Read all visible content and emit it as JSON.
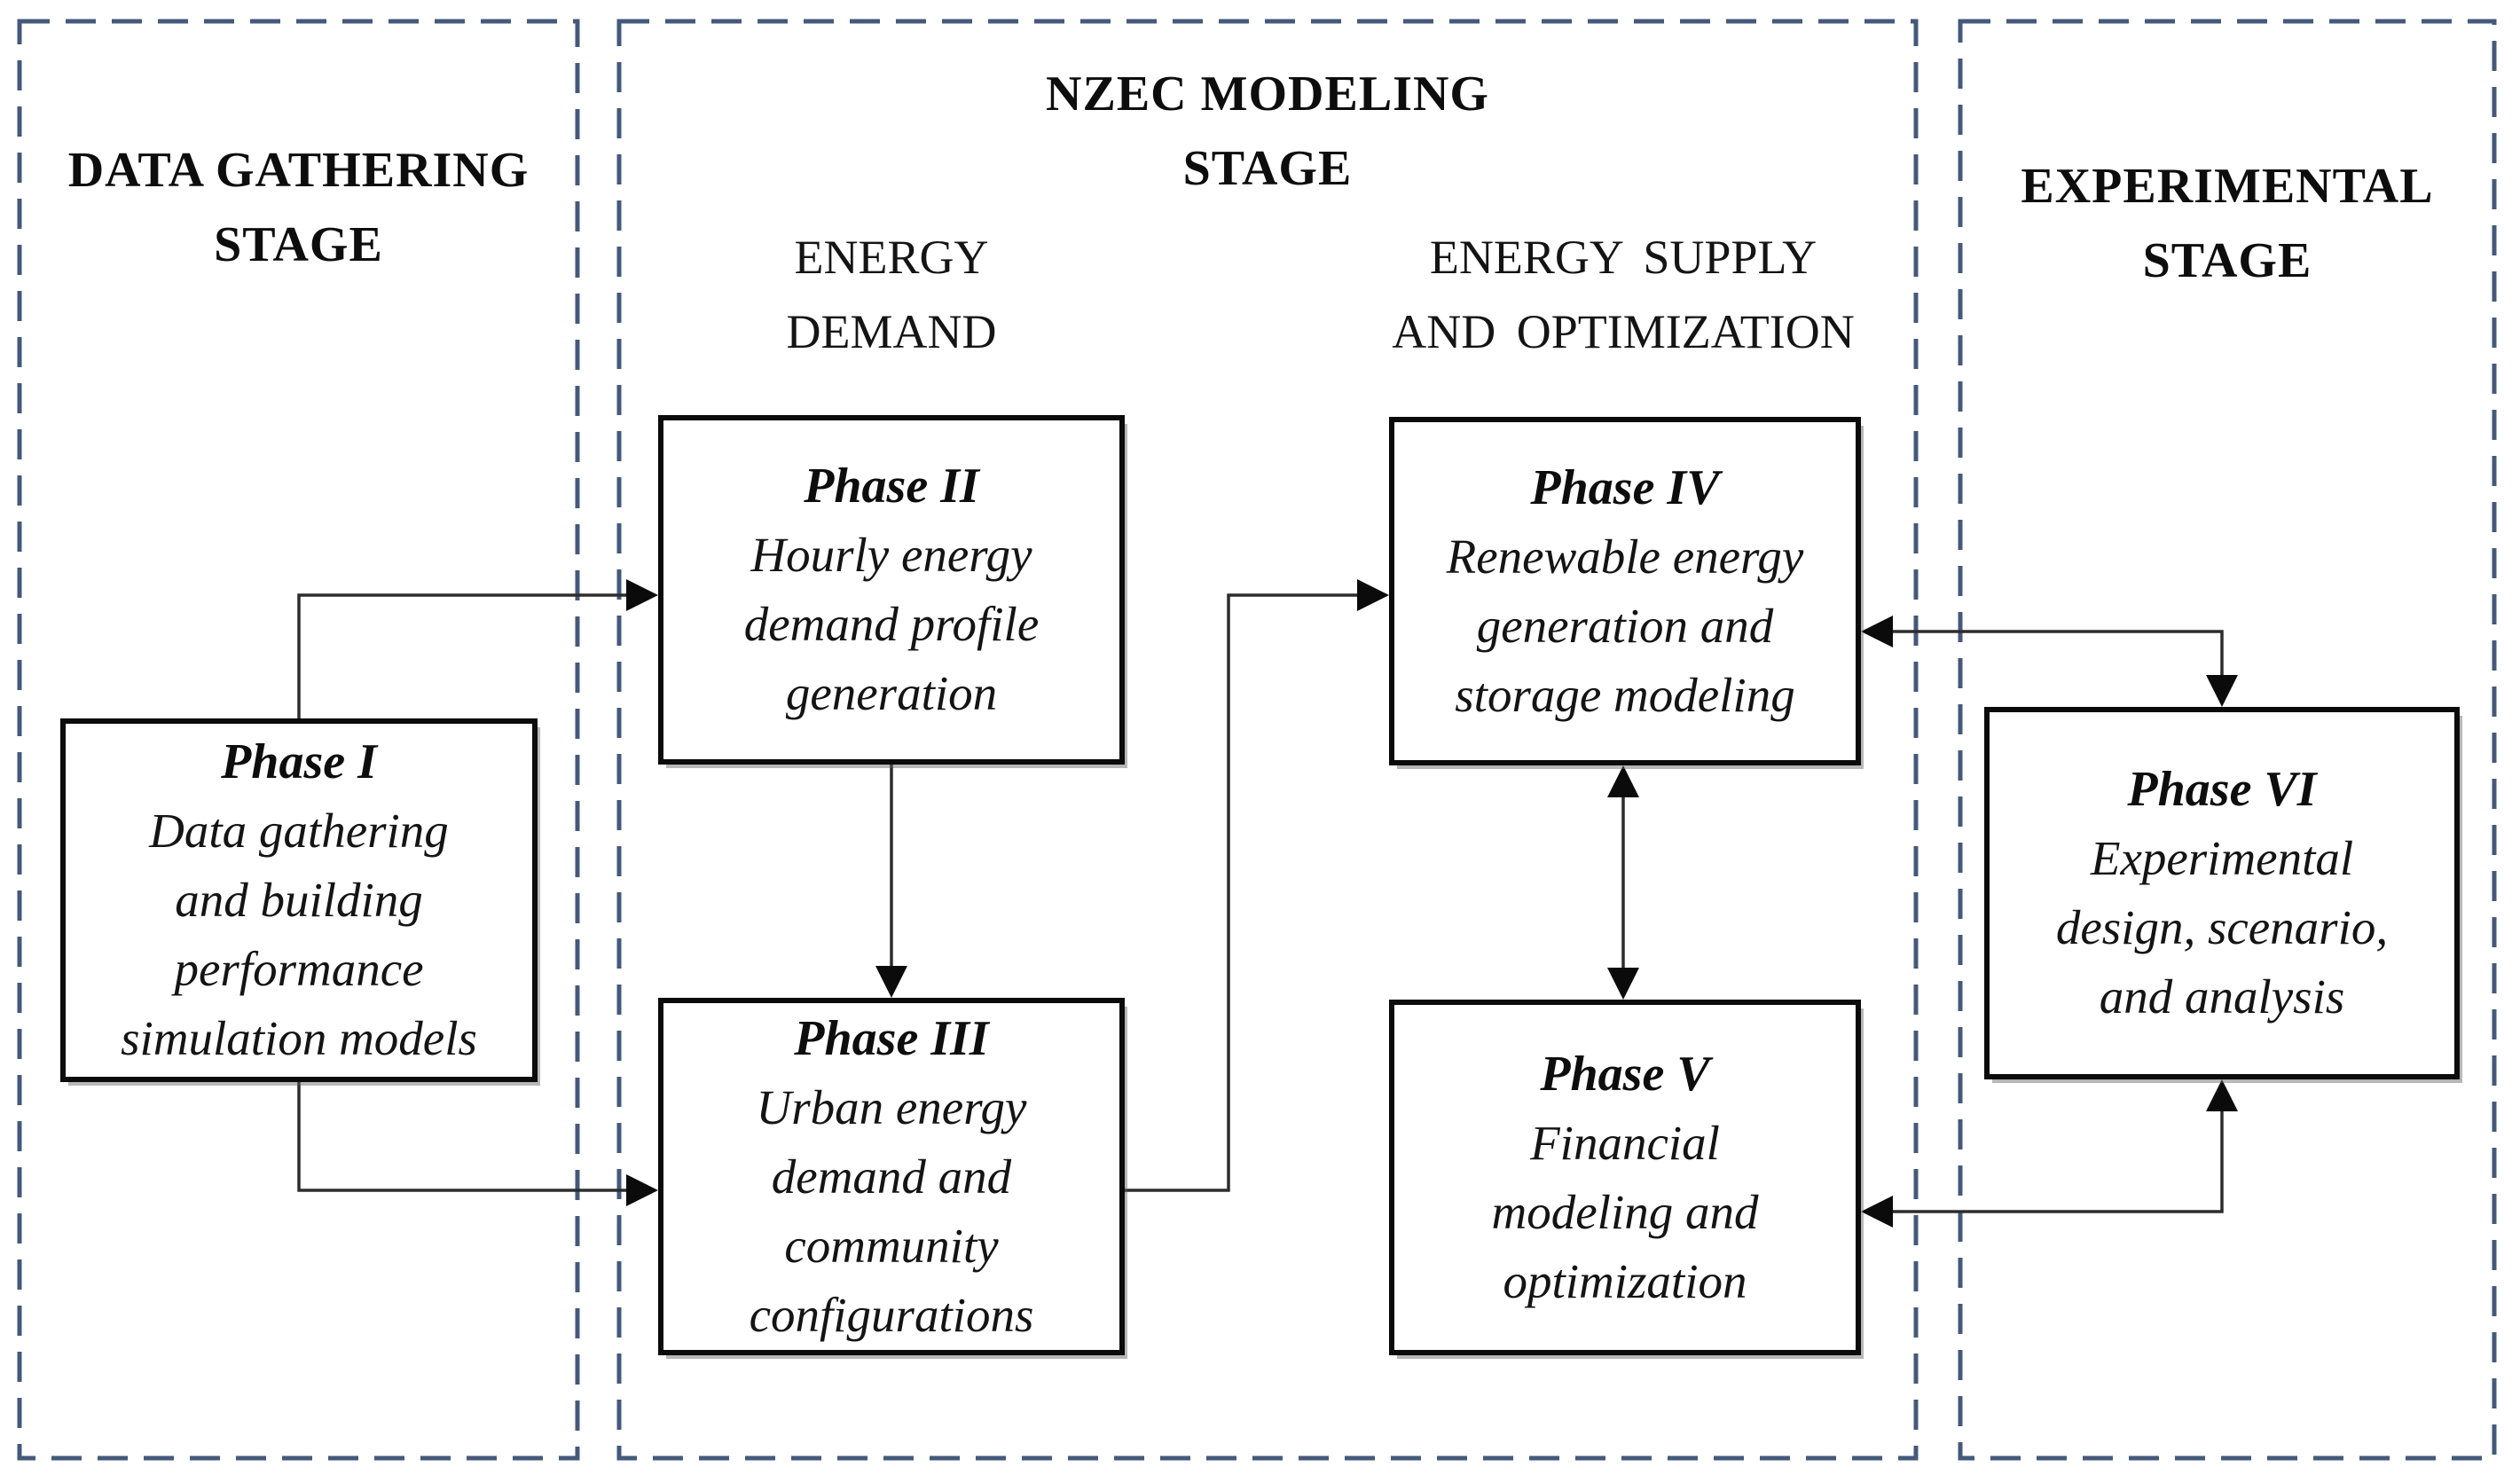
{
  "diagram": {
    "stages": [
      {
        "id": "data-gathering",
        "title": "DATA GATHERING\nSTAGE"
      },
      {
        "id": "nzec-modeling",
        "title": "NZEC MODELING\nSTAGE",
        "sections": [
          {
            "id": "energy-demand",
            "title": "ENERGY\nDEMAND"
          },
          {
            "id": "energy-supply",
            "title": "ENERGY SUPPLY\nAND OPTIMIZATION"
          }
        ]
      },
      {
        "id": "experimental",
        "title": "EXPERIMENTAL\nSTAGE"
      }
    ],
    "phases": [
      {
        "id": "phase-1",
        "stage": "data-gathering",
        "title": "Phase I",
        "body": "Data gathering\nand building\nperformance\nsimulation models"
      },
      {
        "id": "phase-2",
        "stage": "nzec-modeling",
        "section": "energy-demand",
        "title": "Phase II",
        "body": "Hourly energy\ndemand profile\ngeneration"
      },
      {
        "id": "phase-3",
        "stage": "nzec-modeling",
        "section": "energy-demand",
        "title": "Phase III",
        "body": "Urban energy\ndemand and\ncommunity\nconfigurations"
      },
      {
        "id": "phase-4",
        "stage": "nzec-modeling",
        "section": "energy-supply",
        "title": "Phase IV",
        "body": "Renewable energy\ngeneration and\nstorage modeling"
      },
      {
        "id": "phase-5",
        "stage": "nzec-modeling",
        "section": "energy-supply",
        "title": "Phase V",
        "body": "Financial\nmodeling and\noptimization"
      },
      {
        "id": "phase-6",
        "stage": "experimental",
        "title": "Phase VI",
        "body": "Experimental\ndesign, scenario,\nand analysis"
      }
    ],
    "connectors": [
      {
        "from": "phase-1",
        "to": "phase-2",
        "type": "arrow"
      },
      {
        "from": "phase-1",
        "to": "phase-3",
        "type": "arrow"
      },
      {
        "from": "phase-2",
        "to": "phase-3",
        "type": "arrow"
      },
      {
        "from": "phase-3",
        "to": "phase-4",
        "type": "arrow"
      },
      {
        "from": "phase-4",
        "to": "phase-5",
        "type": "double-arrow"
      },
      {
        "from": "phase-4",
        "to": "phase-6",
        "type": "double-arrow"
      },
      {
        "from": "phase-5",
        "to": "phase-6",
        "type": "double-arrow"
      }
    ],
    "colors": {
      "stage_border": "#44597b",
      "box_border": "#0b0b0b",
      "connector_line": "#2d2d2d",
      "text": "#101010",
      "background": "#ffffff"
    }
  }
}
